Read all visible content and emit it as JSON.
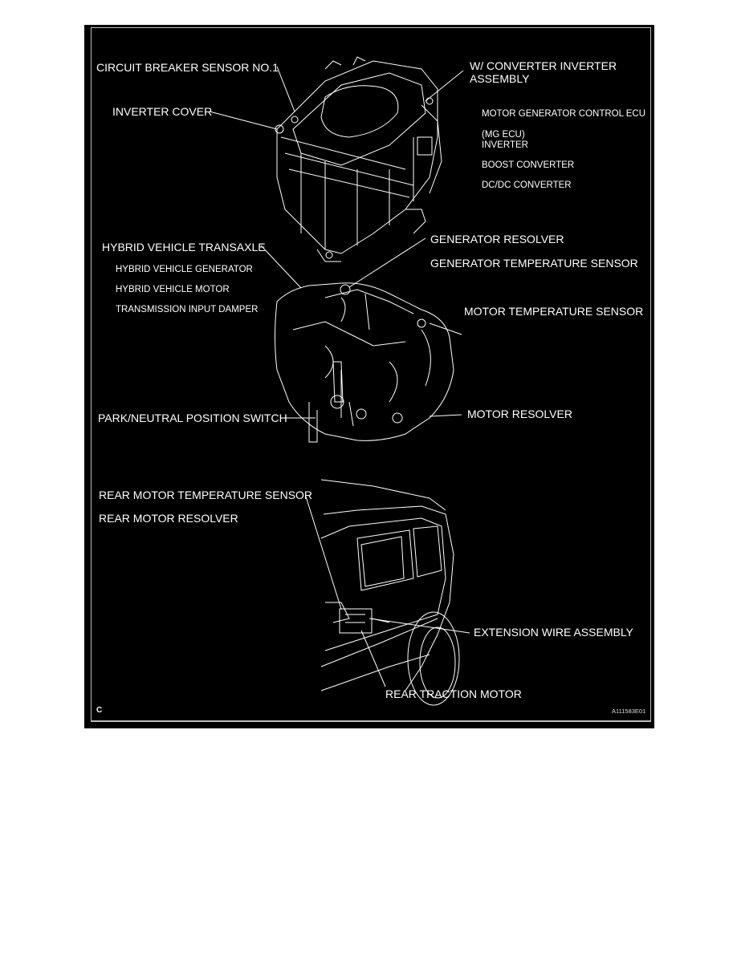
{
  "diagram": {
    "panel_letter": "C",
    "figure_code": "A111583E01",
    "inverter_section": {
      "labels": {
        "circuit_breaker_sensor": "CIRCUIT BREAKER SENSOR NO.1",
        "inverter_cover": "INVERTER COVER",
        "converter_assembly_line1": "W/ CONVERTER INVERTER",
        "converter_assembly_line2": "ASSEMBLY"
      },
      "components": [
        "MOTOR GENERATOR CONTROL ECU",
        "(MG ECU)",
        "INVERTER",
        "BOOST CONVERTER",
        "DC/DC CONVERTER"
      ]
    },
    "transaxle_section": {
      "labels": {
        "transaxle": "HYBRID VEHICLE TRANSAXLE",
        "generator_resolver": "GENERATOR RESOLVER",
        "generator_temp_sensor": "GENERATOR TEMPERATURE SENSOR",
        "motor_temp_sensor": "MOTOR TEMPERATURE SENSOR",
        "park_neutral_switch": "PARK/NEUTRAL POSITION SWITCH",
        "motor_resolver": "MOTOR RESOLVER"
      },
      "components": [
        "HYBRID VEHICLE GENERATOR",
        "HYBRID VEHICLE MOTOR",
        "TRANSMISSION INPUT DAMPER"
      ]
    },
    "rear_section": {
      "labels": {
        "rear_motor_temp_sensor": "REAR MOTOR TEMPERATURE SENSOR",
        "rear_motor_resolver": "REAR MOTOR RESOLVER",
        "extension_wire": "EXTENSION WIRE ASSEMBLY",
        "rear_traction_motor": "REAR TRACTION MOTOR"
      }
    },
    "colors": {
      "background": "#000000",
      "line": "#ffffff",
      "frame": "#bdbdbd",
      "page": "#ffffff"
    }
  }
}
